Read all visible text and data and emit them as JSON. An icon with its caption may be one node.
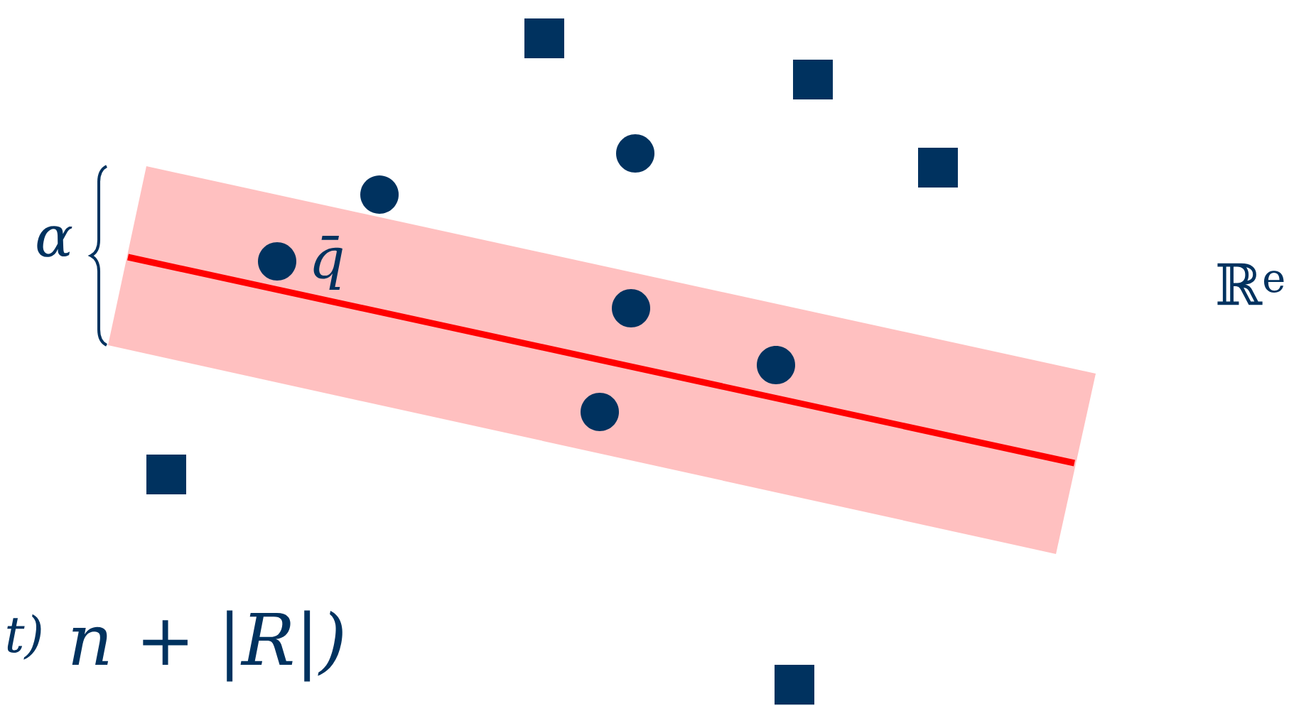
{
  "diagram": {
    "labels": [
      "α",
      "q̄",
      "ℝ$^{e}$",
      "$^{t)}$ n + |R|)"
    ]
  }
}
